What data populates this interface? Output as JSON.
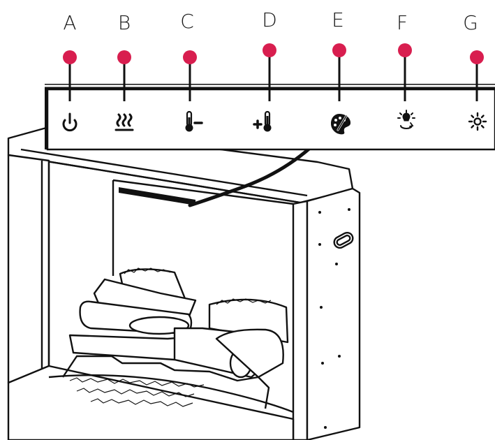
{
  "callouts": [
    {
      "letter": "A",
      "icon": "power-icon"
    },
    {
      "letter": "B",
      "icon": "heat-icon"
    },
    {
      "letter": "C",
      "icon": "temperature-down-icon"
    },
    {
      "letter": "D",
      "icon": "temperature-up-icon"
    },
    {
      "letter": "E",
      "icon": "flame-color-palette-icon"
    },
    {
      "letter": "F",
      "icon": "light-cycle-icon"
    },
    {
      "letter": "G",
      "icon": "brightness-icon"
    }
  ],
  "colors": {
    "callout_dot": "#d81e4f",
    "line": "#111111",
    "panel": "#ffffff"
  }
}
